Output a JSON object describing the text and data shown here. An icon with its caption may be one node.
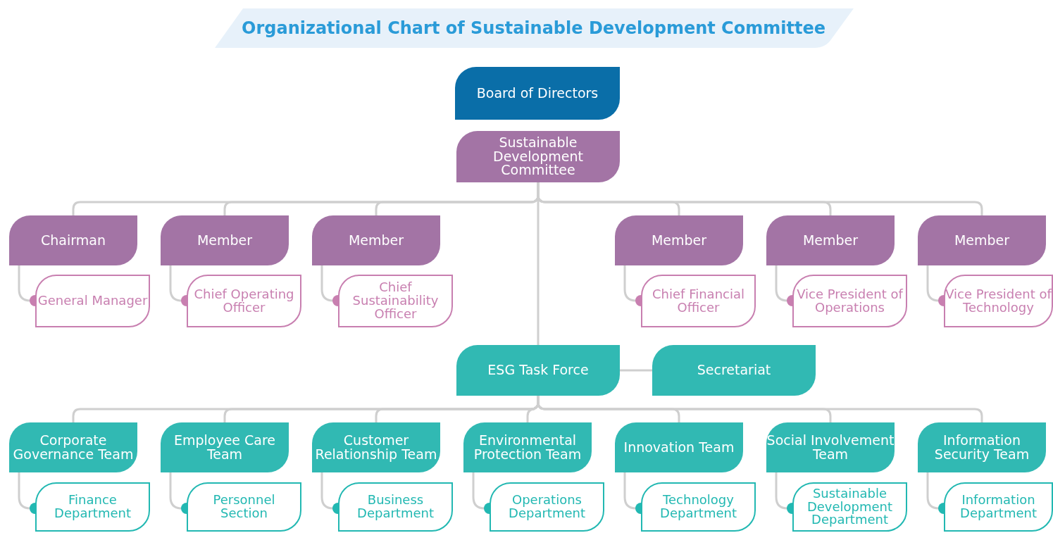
{
  "diagram": {
    "title": "Organizational Chart of Sustainable Development Committee",
    "nodes": [
      {
        "text": [
          "Board of Directors"
        ]
      },
      {
        "text": [
          "Sustainable Development Committee"
        ]
      },
      {
        "text": [
          "Chairman"
        ]
      },
      {
        "text": [
          "Member"
        ]
      },
      {
        "text": [
          "Member"
        ]
      },
      {
        "text": [
          "Member"
        ]
      },
      {
        "text": [
          "Member"
        ]
      },
      {
        "text": [
          "Member"
        ]
      },
      {
        "text": [
          "General Manager"
        ]
      },
      {
        "text": [
          "Chief Operating Officer"
        ]
      },
      {
        "text": [
          "Chief Sustainability Officer"
        ]
      },
      {
        "text": [
          "Chief Financial Officer"
        ]
      },
      {
        "text": [
          "Vice President of Operations"
        ]
      },
      {
        "text": [
          "Vice President of Technology"
        ]
      },
      {
        "text": [
          "ESG Task Force"
        ]
      },
      {
        "text": [
          "Secretariat"
        ]
      },
      {
        "text": [
          "Corporate Governance Team"
        ]
      },
      {
        "text": [
          "Employee Care Team"
        ]
      },
      {
        "text": [
          "Customer Relationship Team"
        ]
      },
      {
        "text": [
          "Environmental Protection Team"
        ]
      },
      {
        "text": [
          "Innovation Team"
        ]
      },
      {
        "text": [
          "Social Involvement Team"
        ]
      },
      {
        "text": [
          "Information Security Team"
        ]
      },
      {
        "text": [
          "Finance Department"
        ]
      },
      {
        "text": [
          "Personnel Section"
        ]
      },
      {
        "text": [
          "Business Department"
        ]
      },
      {
        "text": [
          "Operations Department"
        ]
      },
      {
        "text": [
          "Technology Department"
        ]
      },
      {
        "text": [
          "Sustainable Development Department"
        ]
      },
      {
        "text": [
          "Information Department"
        ]
      }
    ],
    "edges": [
      {
        "from": 1,
        "to": 2,
        "arrow": "none"
      },
      {
        "from": 1,
        "to": 3,
        "arrow": "none"
      },
      {
        "from": 1,
        "to": 4,
        "arrow": "none"
      },
      {
        "from": 1,
        "to": 5,
        "arrow": "none"
      },
      {
        "from": 1,
        "to": 6,
        "arrow": "none"
      },
      {
        "from": 1,
        "to": 7,
        "arrow": "none"
      },
      {
        "from": 1,
        "to": 14,
        "arrow": "none"
      },
      {
        "from": 14,
        "to": 15,
        "arrow": "none"
      },
      {
        "from": 2,
        "to": 8,
        "arrow": "other"
      },
      {
        "from": 3,
        "to": 9,
        "arrow": "other"
      },
      {
        "from": 4,
        "to": 10,
        "arrow": "other"
      },
      {
        "from": 5,
        "to": 11,
        "arrow": "other"
      },
      {
        "from": 6,
        "to": 12,
        "arrow": "other"
      },
      {
        "from": 7,
        "to": 13,
        "arrow": "other"
      },
      {
        "from": 14,
        "to": 16,
        "arrow": "none"
      },
      {
        "from": 14,
        "to": 17,
        "arrow": "none"
      },
      {
        "from": 14,
        "to": 18,
        "arrow": "none"
      },
      {
        "from": 14,
        "to": 19,
        "arrow": "none"
      },
      {
        "from": 14,
        "to": 20,
        "arrow": "none"
      },
      {
        "from": 14,
        "to": 21,
        "arrow": "none"
      },
      {
        "from": 14,
        "to": 22,
        "arrow": "none"
      },
      {
        "from": 16,
        "to": 23,
        "arrow": "other"
      },
      {
        "from": 17,
        "to": 24,
        "arrow": "other"
      },
      {
        "from": 18,
        "to": 25,
        "arrow": "other"
      },
      {
        "from": 19,
        "to": 26,
        "arrow": "other"
      },
      {
        "from": 20,
        "to": 27,
        "arrow": "other"
      },
      {
        "from": 21,
        "to": 28,
        "arrow": "other"
      },
      {
        "from": 22,
        "to": 29,
        "arrow": "other"
      }
    ]
  }
}
